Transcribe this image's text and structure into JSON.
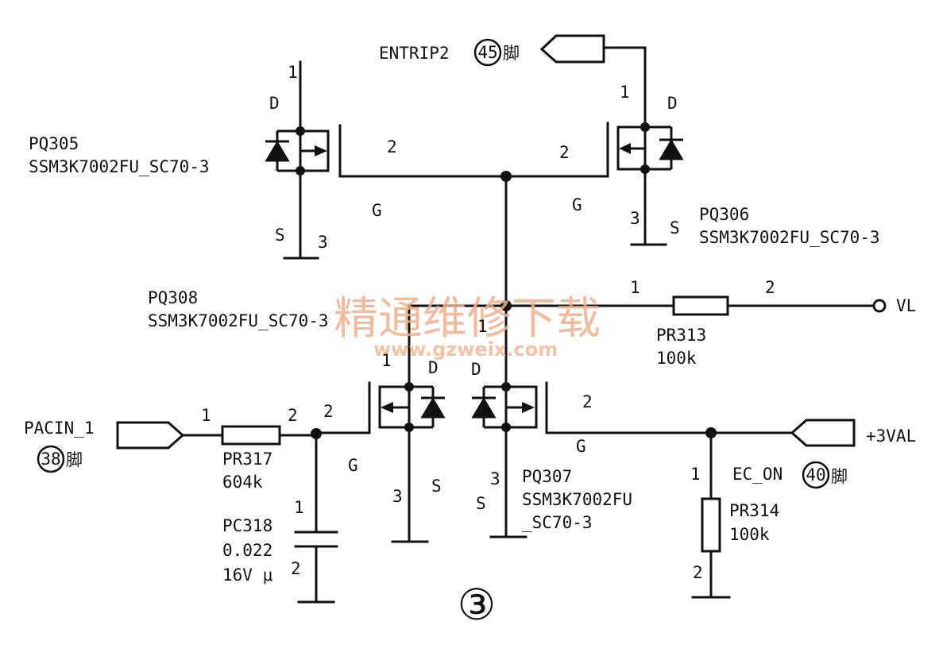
{
  "components": {
    "pq305": {
      "ref": "PQ305",
      "part": "SSM3K7002FU_SC70-3"
    },
    "pq306": {
      "ref": "PQ306",
      "part": "SSM3K7002FU_SC70-3"
    },
    "pq308": {
      "ref": "PQ308",
      "part": "SSM3K7002FU_SC70-3"
    },
    "pq307": {
      "ref": "PQ307",
      "part_line1": "SSM3K7002FU",
      "part_line2": "_SC70-3"
    },
    "pr313": {
      "ref": "PR313",
      "value": "100k"
    },
    "pr317": {
      "ref": "PR317",
      "value": "604k"
    },
    "pr314": {
      "ref": "PR314",
      "value": "100k"
    },
    "pc318": {
      "ref": "PC318",
      "value": "0.022",
      "rating": "16V μ"
    }
  },
  "nets": {
    "entrip2": "ENTRIP2",
    "pacin": "PACIN_1",
    "vl": "VL",
    "v3val": "+3VAL",
    "ec_on": "EC_ON"
  },
  "pin_refs": {
    "entrip2_pin": "45",
    "pacin_pin": "38",
    "ec_on_pin": "40",
    "suffix": "脚"
  },
  "terminal_letters": {
    "drain": "D",
    "source": "S",
    "gate": "G"
  },
  "pin_numbers": {
    "one": "1",
    "two": "2",
    "three": "3"
  },
  "figure_number": "③",
  "watermark": {
    "text": "精通维修下载",
    "url": "www.gzweix.com"
  },
  "colors": {
    "ink": "#111111",
    "watermark": "#f1b08c",
    "background": "#ffffff"
  }
}
